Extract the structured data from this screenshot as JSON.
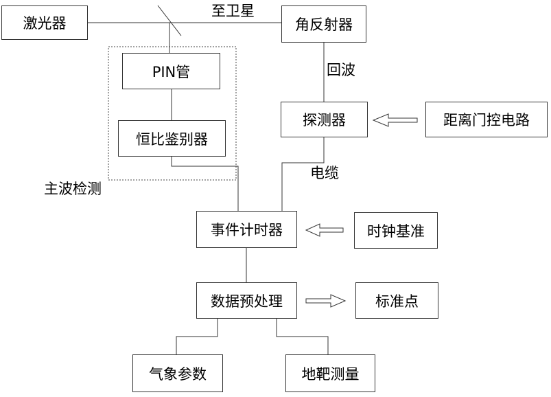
{
  "diagram": {
    "nodes": {
      "laser": "激光器",
      "corner_reflector": "角反射器",
      "pin_tube": "PIN管",
      "ratio_discriminator": "恒比鉴别器",
      "detector": "探测器",
      "range_gate": "距离门控电路",
      "event_timer": "事件计时器",
      "clock_reference": "时钟基准",
      "data_preprocessing": "数据预处理",
      "standard_point": "标准点",
      "meteorological_params": "气象参数",
      "ground_target": "地靶测量"
    },
    "labels": {
      "to_satellite": "至卫星",
      "echo": "回波",
      "cable": "电缆",
      "main_wave_detection": "主波检测"
    }
  }
}
